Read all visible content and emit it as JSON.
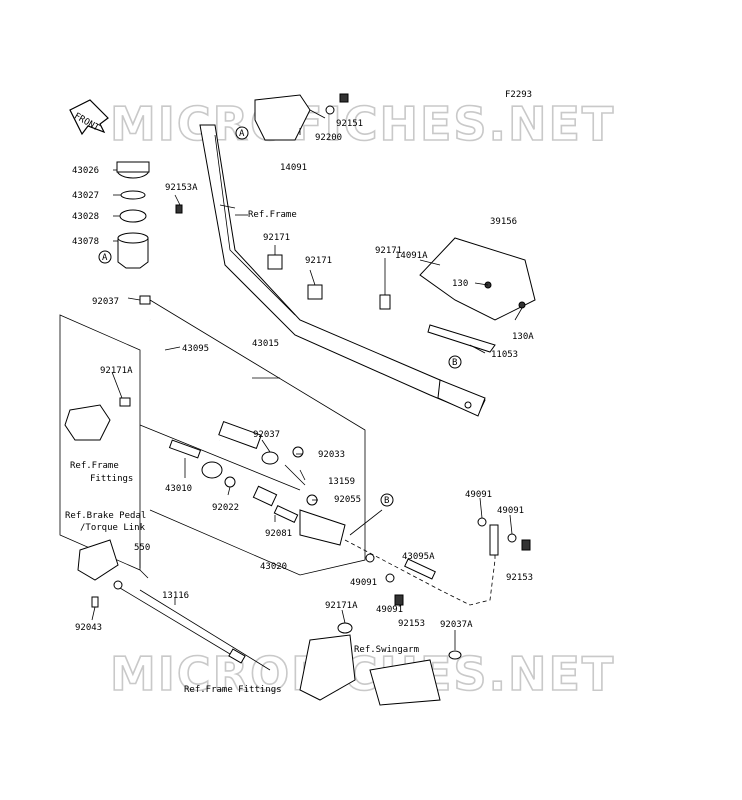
{
  "diagram_code": "F2293",
  "front_label": "FRONT",
  "watermark_top": "MICROFICHES.NET",
  "watermark_bottom": "MICROFICHES.NET",
  "callouts": {
    "A": "A",
    "B": "B"
  },
  "parts": {
    "p92151": "92151",
    "p92200": "92200",
    "p14091": "14091",
    "p43026": "43026",
    "p43027": "43027",
    "p43028": "43028",
    "p43078": "43078",
    "p92153A": "92153A",
    "p92037a": "92037",
    "p92171a": "92171",
    "p92171b": "92171",
    "p92171c": "92171",
    "p39156": "39156",
    "p14091A": "14091A",
    "p130": "130",
    "p130A": "130A",
    "p11053": "11053",
    "p43095": "43095",
    "p43015": "43015",
    "p92171A": "92171A",
    "p92037b": "92037",
    "p92033": "92033",
    "p13159": "13159",
    "p92055": "92055",
    "p43010": "43010",
    "p92022": "92022",
    "p92081": "92081",
    "p43020": "43020",
    "p49091a": "49091",
    "p49091b": "49091",
    "p92153a": "92153",
    "p43095A": "43095A",
    "p49091c": "49091",
    "p49091d": "49091",
    "p92153b": "92153",
    "p550": "550",
    "p13116": "13116",
    "p92043": "92043",
    "p92171A2": "92171A",
    "p92037A": "92037A"
  },
  "refs": {
    "frame": "Ref.Frame",
    "frame_fittings_1": "Ref.Frame",
    "frame_fittings_2": "Fittings",
    "brake_pedal_1": "Ref.Brake Pedal",
    "brake_pedal_2": "/Torque Link",
    "swingarm": "Ref.Swingarm",
    "frame_fittings_bottom": "Ref.Frame Fittings"
  }
}
